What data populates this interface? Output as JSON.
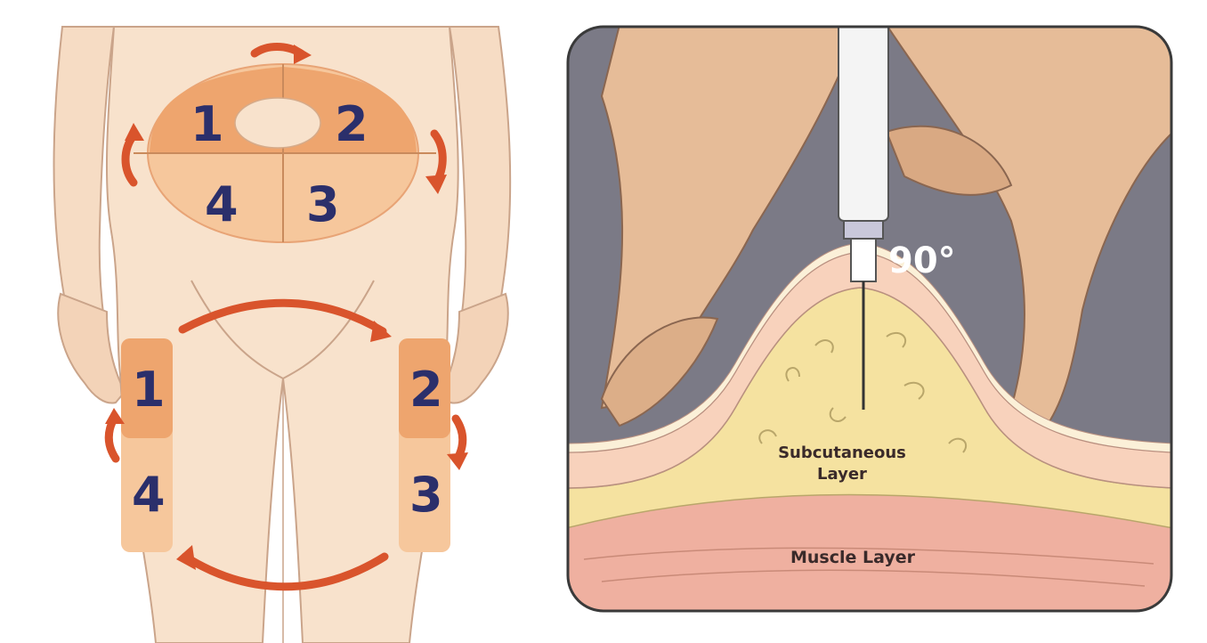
{
  "injection_sites": {
    "abdomen_zones": [
      "1",
      "2",
      "4",
      "3"
    ],
    "left_thigh_zones": [
      "1",
      "4"
    ],
    "right_thigh_zones": [
      "2",
      "3"
    ]
  },
  "injection_diagram": {
    "angle_label": "90°",
    "subcutaneous_label_line1": "Subcutaneous",
    "subcutaneous_label_line2": "Layer",
    "muscle_label": "Muscle Layer"
  },
  "colors": {
    "skin": "#f6dcc4",
    "skin_outline": "#caa48a",
    "zone_dark": "#eea56e",
    "zone_light": "#f6c79c",
    "arrow": "#d9542c",
    "zone_number": "#2b2f6b",
    "background_gray": "#7b7a86",
    "fat_layer": "#f5e2a0",
    "muscle_layer": "#efb0a0"
  }
}
